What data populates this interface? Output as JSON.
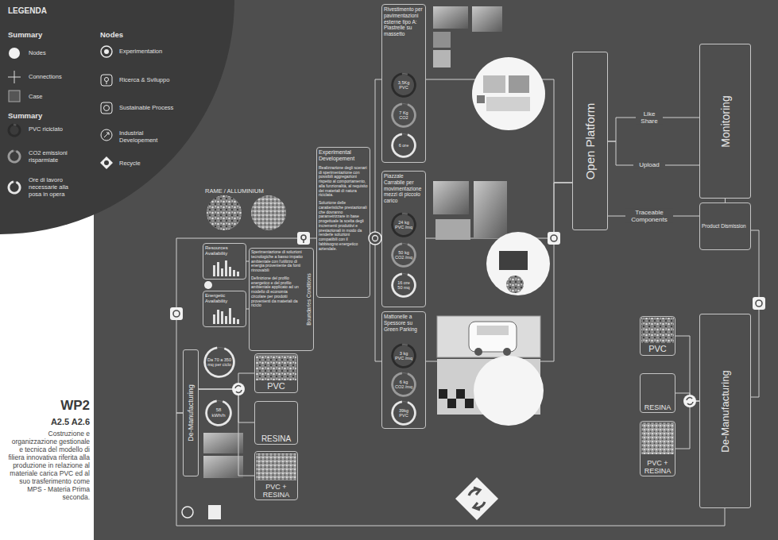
{
  "diagram": {
    "title": "WP2",
    "caption": "Costruzione e organizzazione gestionale e tecnica del modello di filiera innovativa riferita alla produzione in relazione al materiale carica PVC ed al suo trasferimento come MPS - Materia Prima seconda.",
    "nodes": [
      {
        "text": [
          "Resources Availability"
        ]
      },
      {
        "text": [
          "Energetic Availability"
        ]
      },
      {
        "text": [
          "Sperimentazione di soluzioni tecnologiche a basso impatto ambientale con l'utilizzo di energia proveniente da fonti rinnovabili",
          "Definizione del profilo energetico e del profilo ambientale applicato ad un modello di economia circolare per prodotti provenienti da materiali da riciclo",
          "Boundaries Conditions"
        ]
      },
      {
        "text": [
          "Experimental Developement",
          "Realizzazione degli scenari di sperimentazione con possibili aggregazioni rispetto al comportamento, alla funzionalità, al requisito dei materiali di natura riciclata.",
          "Soluzione delle caratteristiche prestazionali che dovranno parametrizzare in base progettuale la scelta degli incrementi produttivi e prestazionali in modo da renderle soluzioni compatibili con il fabbisogno energetico aziendale."
        ]
      },
      {
        "text": [
          "Rivestimento per pavimentazioni esterne tipo A: Piastrelle su massetto"
        ]
      },
      {
        "text": [
          "3,5Kg PVC"
        ],
        "in": 4
      },
      {
        "text": [
          "7 Kg CO2"
        ],
        "in": 4
      },
      {
        "text": [
          "6 ore"
        ],
        "in": 4
      },
      {
        "text": [
          "Piazzale Carrabile per movimentazione mezzi di piccolo carico"
        ]
      },
      {
        "text": [
          "24 kg PVC /mq"
        ],
        "in": 8
      },
      {
        "text": [
          "50 kg CO2 /mq"
        ],
        "in": 8
      },
      {
        "text": [
          "16 ore 50 mq"
        ],
        "in": 8
      },
      {
        "text": [
          "Mattonelle a Spessore su Green Parking"
        ]
      },
      {
        "text": [
          "3 kg PVC /mq"
        ],
        "in": 12
      },
      {
        "text": [
          "6 kg CO2 /mq"
        ],
        "in": 12
      },
      {
        "text": [
          "39kg PVC"
        ],
        "in": 12
      },
      {
        "text": [
          "Open Platform"
        ]
      },
      {
        "text": [
          "Monitoring"
        ]
      },
      {
        "text": [
          "Product Dismission"
        ]
      },
      {
        "text": [
          "De-Manufacturing"
        ]
      },
      {
        "text": [
          "PVC"
        ]
      },
      {
        "text": [
          "RESINA"
        ]
      },
      {
        "text": [
          "PVC + RESINA"
        ]
      },
      {
        "text": [
          "De-Manufacturing"
        ]
      },
      {
        "text": [
          "Da 70 a 350 mq per ciclo"
        ]
      },
      {
        "text": [
          "58 kWh/h"
        ]
      },
      {
        "text": [
          "PVC"
        ]
      },
      {
        "text": [
          "RESINA"
        ]
      },
      {
        "text": [
          "PVC + RESINA"
        ]
      }
    ],
    "edges": [
      {
        "from": 0,
        "to": 2,
        "arrow": "none"
      },
      {
        "from": 1,
        "to": 2,
        "arrow": "none"
      },
      {
        "from": 23,
        "to": 3,
        "arrow": "none"
      },
      {
        "from": 3,
        "to": 4,
        "arrow": "none"
      },
      {
        "from": 3,
        "to": 8,
        "arrow": "none"
      },
      {
        "from": 3,
        "to": 12,
        "arrow": "none"
      },
      {
        "from": 4,
        "to": 16,
        "arrow": "none"
      },
      {
        "from": 8,
        "to": 16,
        "arrow": "none"
      },
      {
        "from": 12,
        "to": 16,
        "arrow": "none"
      },
      {
        "from": 16,
        "to": 17,
        "label": "Like Share",
        "arrow": "none"
      },
      {
        "from": 16,
        "to": 17,
        "label": "Upload",
        "arrow": "none"
      },
      {
        "from": 16,
        "to": 18,
        "label": "Traceable Components",
        "arrow": "none"
      },
      {
        "from": 17,
        "to": 18,
        "arrow": "none"
      },
      {
        "from": 18,
        "to": 19,
        "arrow": "none"
      },
      {
        "from": 19,
        "to": 23,
        "arrow": "none"
      },
      {
        "from": 19,
        "to": 20,
        "arrow": "none"
      },
      {
        "from": 19,
        "to": 21,
        "arrow": "none"
      },
      {
        "from": 19,
        "to": 22,
        "arrow": "none"
      },
      {
        "from": 23,
        "to": 26,
        "arrow": "none"
      },
      {
        "from": 23,
        "to": 27,
        "arrow": "none"
      },
      {
        "from": 23,
        "to": 28,
        "arrow": "none"
      }
    ],
    "labels": [
      "LEGENDA",
      "Summary",
      "Nodes",
      "Summary",
      "RAME / ALLUMINIUM",
      "A2.5 A2.6"
    ],
    "legend": [
      {
        "text": "Nodes"
      },
      {
        "text": "Connections"
      },
      {
        "text": "Case"
      },
      {
        "text": "PVC riciclato"
      },
      {
        "text": "CO2 emissioni risparmiate"
      },
      {
        "text": "Ore di lavoro necessarie alla posa in opera"
      },
      {
        "text": "Experimentation"
      },
      {
        "text": "Ricerca & Sviluppo"
      },
      {
        "text": "Sustainable Process"
      },
      {
        "text": "Industrial Developement"
      },
      {
        "text": "Recycle"
      }
    ]
  }
}
